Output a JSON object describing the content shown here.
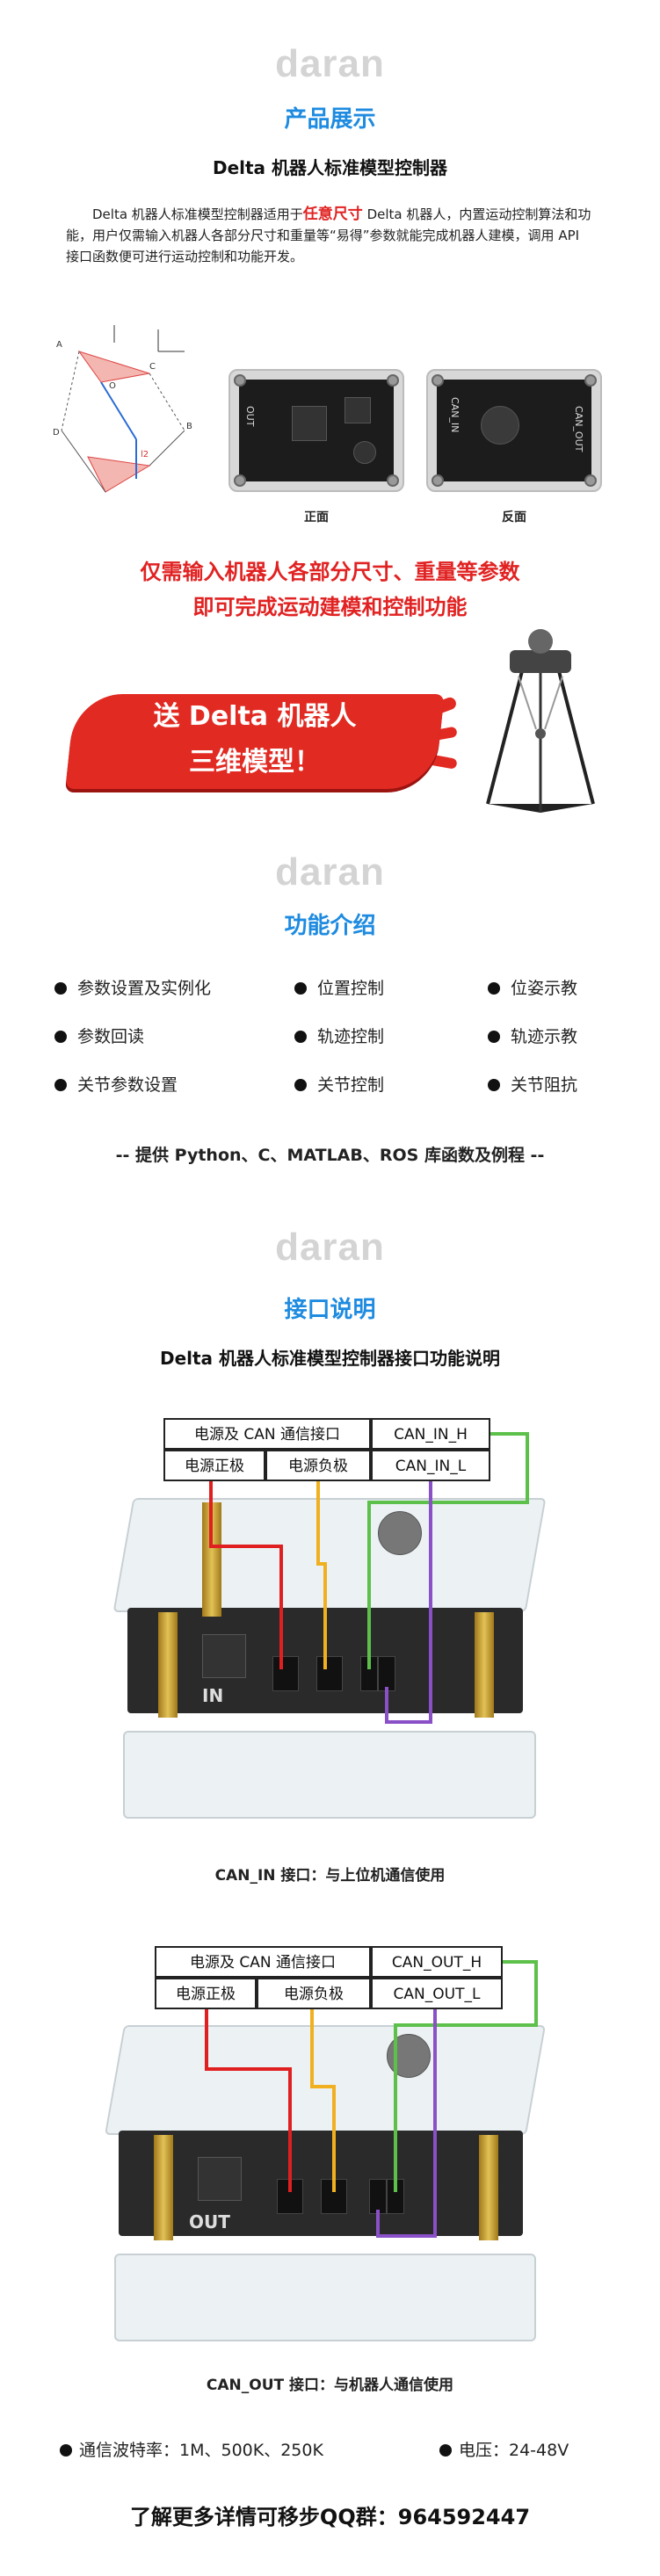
{
  "brand": "daran",
  "section1": {
    "heading": "产品展示",
    "subheading": "Delta 机器人标准模型控制器",
    "para_prefix": "Delta 机器人标准模型控制器适用于",
    "para_highlight": "任意尺寸",
    "para_suffix": " Delta 机器人，内置运动控制算法和功能，用户仅需输入机器人各部分尺寸和重量等“易得”参数就能完成机器人建模，调用 API 接口函数便可进行运动控制和功能开发。",
    "caption_front": "正面",
    "caption_back": "反面",
    "board_back_label": "CAN_OUT",
    "board_back_label2": "CAN_IN",
    "board_front_label": "OUT",
    "red_line1": "仅需输入机器人各部分尺寸、重量等参数",
    "red_line2": "即可完成运动建模和控制功能",
    "banner_line1": "送 Delta 机器人",
    "banner_line2": "三维模型！"
  },
  "section2": {
    "heading": "功能介绍",
    "features": [
      [
        "参数设置及实例化",
        "位置控制",
        "位姿示教"
      ],
      [
        "参数回读",
        "轨迹控制",
        "轨迹示教"
      ],
      [
        "关节参数设置",
        "关节控制",
        "关节阻抗"
      ]
    ],
    "tagline": "-- 提供 Python、C、MATLAB、ROS 库函数及例程 --"
  },
  "section3": {
    "heading": "接口说明",
    "subheading": "Delta 机器人标准模型控制器接口功能说明",
    "diagram1": {
      "box_power_can": "电源及 CAN 通信接口",
      "box_pos": "电源正极",
      "box_neg": "电源负极",
      "box_h": "CAN_IN_H",
      "box_l": "CAN_IN_L",
      "board_label": "IN",
      "caption": "CAN_IN 接口：与上位机通信使用"
    },
    "diagram2": {
      "box_power_can": "电源及 CAN 通信接口",
      "box_pos": "电源正极",
      "box_neg": "电源负极",
      "box_h": "CAN_OUT_H",
      "box_l": "CAN_OUT_L",
      "board_label": "OUT",
      "caption": "CAN_OUT 接口：与机器人通信使用"
    },
    "baud": "通信波特率：1M、500K、250K",
    "voltage": "电压：24-48V",
    "qq": "了解更多详情可移步QQ群：964592447"
  },
  "colors": {
    "heading_blue": "#1e8be0",
    "highlight_red": "#e12222",
    "wire_red": "#e02020",
    "wire_yellow": "#f0b020",
    "wire_green": "#5cc04a",
    "wire_purple": "#8a50c8"
  },
  "icons": {
    "bullet": "filled-circle",
    "robot": "delta-robot-image",
    "kinematics": "kinematics-diagram"
  }
}
